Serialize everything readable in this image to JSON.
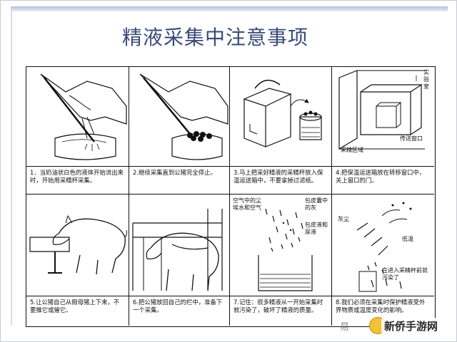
{
  "title": "精液采集中注意事项",
  "steps": [
    {
      "text": "1．当奶油状白色的液体开始流出来时，开始用采精杯采集。"
    },
    {
      "text": "2.继续采集直到公猪完全停止。"
    },
    {
      "text": "3.马上把采好精液的采精杯放入保温运送箱中，不要拿掉过滤纸。"
    },
    {
      "text": "4.把保温运送箱放在转移窗口中，关上窗口的门。"
    },
    {
      "text": "5.让公猪自己从假母猪上下来，不要推它或催它。"
    },
    {
      "text": "6.把公猪放回自己的栏中，准备下一个采集。"
    },
    {
      "text": "7.记住：很多精液从一开始采集时就污染了，破坏了精液的质量。"
    },
    {
      "text": "8.我们必须在采集时保护精液受外界物质或温度变化的影响。"
    }
  ],
  "labels": {
    "lab": "实验室",
    "transfer_window": "传送窗口",
    "collection_area": "采精区域",
    "dust_air": "空气中的尘埃水和空气",
    "sheath_ash": "包皮囊中的灰",
    "sheath_urine": "包皮液和尿液",
    "dust": "灰尘",
    "low_temp": "低温",
    "polluted": "在进入采精杯前就污染了"
  },
  "watermark": {
    "mark": "易",
    "text": "新侨手游网"
  },
  "colors": {
    "title": "#3a4a7a",
    "line": "#111111",
    "band": "#b9c0d8"
  }
}
